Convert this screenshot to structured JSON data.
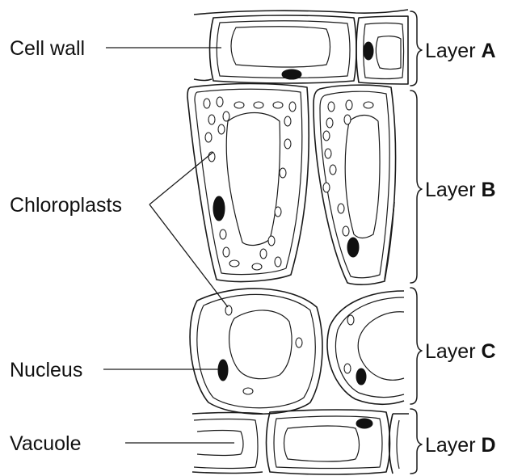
{
  "labels": {
    "cell_wall": "Cell wall",
    "chloroplasts": "Chloroplasts",
    "nucleus": "Nucleus",
    "vacuole": "Vacuole"
  },
  "layers": {
    "a": {
      "prefix": "Layer",
      "letter": "A"
    },
    "b": {
      "prefix": "Layer",
      "letter": "B"
    },
    "c": {
      "prefix": "Layer",
      "letter": "C"
    },
    "d": {
      "prefix": "Layer",
      "letter": "D"
    }
  }
}
